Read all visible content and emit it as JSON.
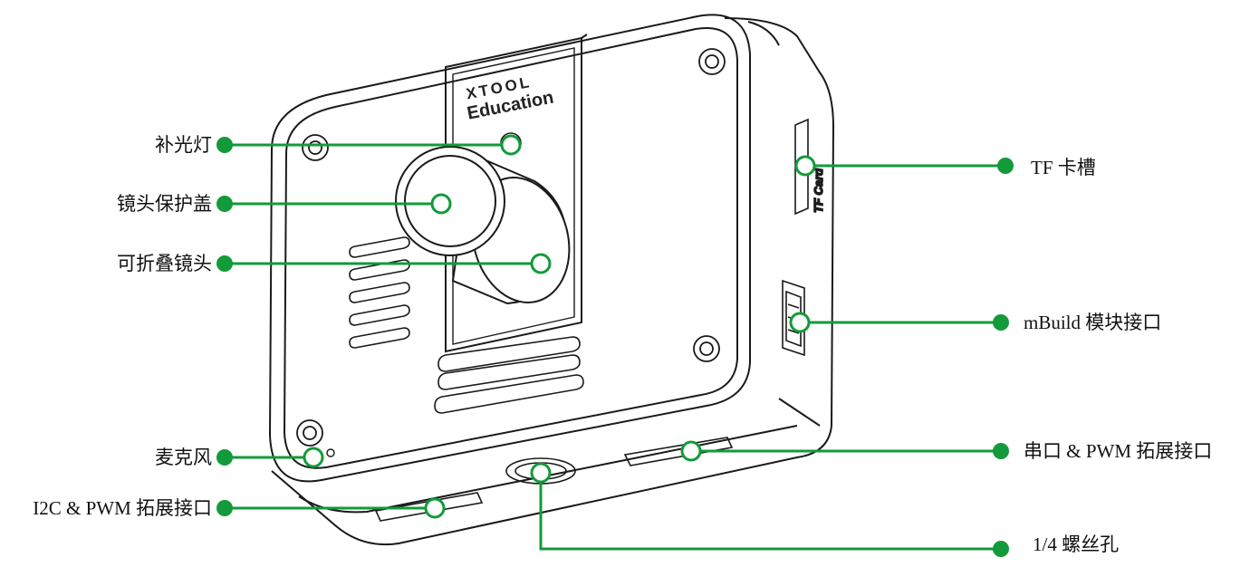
{
  "device": {
    "brand_line1": "XTOOL",
    "brand_line2": "Education",
    "side_label": "TF Card"
  },
  "callouts": {
    "fill_light": "补光灯",
    "lens_cover": "镜头保护盖",
    "folding_lens": "可折叠镜头",
    "microphone": "麦克风",
    "i2c_pwm_port": "I2C & PWM 拓展接口",
    "tf_slot": "TF 卡槽",
    "mbuild_port": "mBuild 模块接口",
    "serial_pwm_port": "串口 & PWM 拓展接口",
    "screw_hole": "1/4 螺丝孔"
  },
  "colors": {
    "callout_green": "#139a3a",
    "outline": "#1a1a1a"
  }
}
